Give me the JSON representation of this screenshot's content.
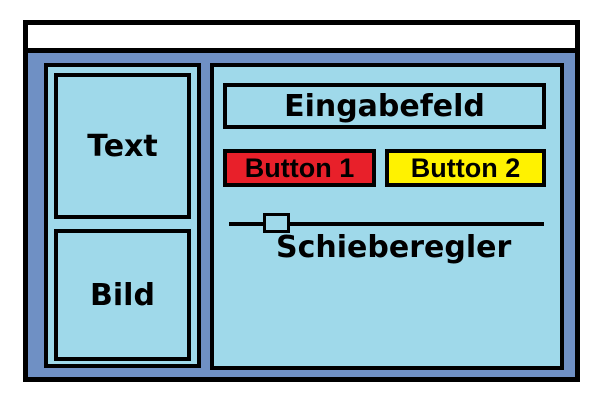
{
  "window": {
    "title": ""
  },
  "left_panel": {
    "text_box_label": "Text",
    "image_box_label": "Bild"
  },
  "right_panel": {
    "input": {
      "placeholder": "Eingabefeld",
      "value": ""
    },
    "button_1_label": "Button 1",
    "button_2_label": "Button 2",
    "slider": {
      "label": "Schieberegler",
      "value_fraction": 0.1
    }
  },
  "colors": {
    "window_frame": "#6f90c4",
    "panel": "#9fd9ea",
    "button_1": "#e8202a",
    "button_2": "#fff200",
    "border": "#000000"
  }
}
